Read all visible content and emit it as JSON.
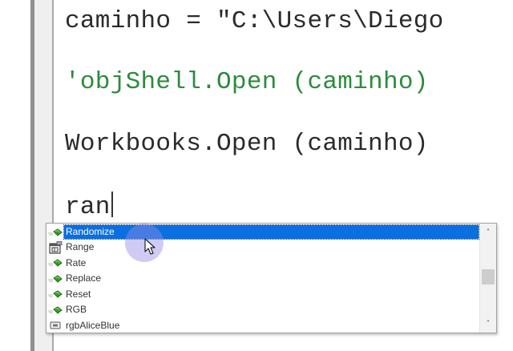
{
  "editor": {
    "lines": [
      {
        "text": "caminho = \"C:\\Users\\Diego",
        "kind": "code"
      },
      {
        "text": "'objShell.Open (caminho)",
        "kind": "comment"
      },
      {
        "text": "Workbooks.Open (caminho)",
        "kind": "code"
      },
      {
        "text": "ran",
        "kind": "code",
        "has_caret": true
      }
    ],
    "comment_color": "#2e8b3e",
    "code_color": "#2b2b2b"
  },
  "autocomplete": {
    "selected_index": 0,
    "selection_color": "#0a6fe0",
    "items": [
      {
        "label": "Randomize",
        "icon": "method-icon"
      },
      {
        "label": "Range",
        "icon": "class-icon"
      },
      {
        "label": "Rate",
        "icon": "method-icon"
      },
      {
        "label": "Replace",
        "icon": "method-icon"
      },
      {
        "label": "Reset",
        "icon": "method-icon"
      },
      {
        "label": "RGB",
        "icon": "method-icon"
      },
      {
        "label": "rgbAliceBlue",
        "icon": "constant-icon"
      }
    ],
    "scrollbar": {
      "up_glyph": "˄",
      "down_glyph": "˅"
    }
  }
}
